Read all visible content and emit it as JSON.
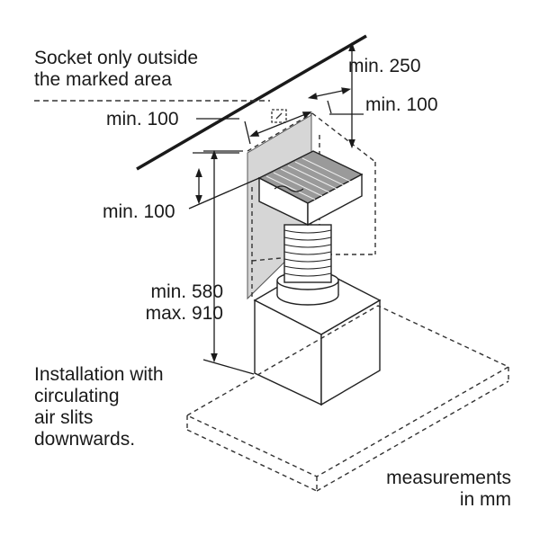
{
  "labels": {
    "socket_note": [
      "Socket only outside",
      "the marked area"
    ],
    "min_250": "min. 250",
    "min_100_left": "min. 100",
    "min_100_right": "min. 100",
    "min_100_mid": "min. 100",
    "height_range": [
      "min. 580",
      "max. 910"
    ],
    "installation_note": [
      "Installation with",
      "circulating",
      "air slits",
      "downwards."
    ],
    "units_note": [
      "measurements",
      "in mm"
    ]
  },
  "colors": {
    "line": "#1a1a1a",
    "dashed": "#333333",
    "marked_area": "#d6d6d6",
    "filter": "#9a9a9a"
  }
}
